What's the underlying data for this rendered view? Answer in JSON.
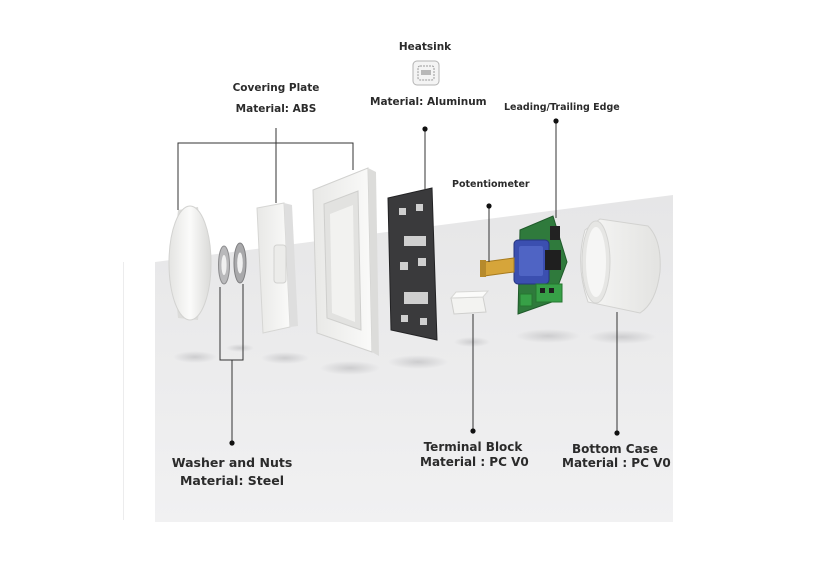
{
  "labels": {
    "heatsink": "Heatsink",
    "heatsink_material": "Material: Aluminum",
    "covering_plate": "Covering Plate",
    "covering_plate_material": "Material: ABS",
    "leading_trailing_edge": "Leading/Trailing Edge",
    "potentiometer": "Potentiometer",
    "washer_nuts": "Washer and Nuts",
    "washer_nuts_material": "Material: Steel",
    "terminal_block": "Terminal Block",
    "terminal_block_material": "Material : PC V0",
    "bottom_case": "Bottom Case",
    "bottom_case_material": "Material : PC V0"
  },
  "colors": {
    "backdrop": "#e9e9ea",
    "plastic": "#f4f4f2",
    "heatsink": "#3a3a3c",
    "pcb": "#2f7a3c",
    "potentiometer": "#3b4fb0",
    "terminal": "#37a047",
    "shaft": "#d6a53a",
    "leader_line": "#333333"
  }
}
